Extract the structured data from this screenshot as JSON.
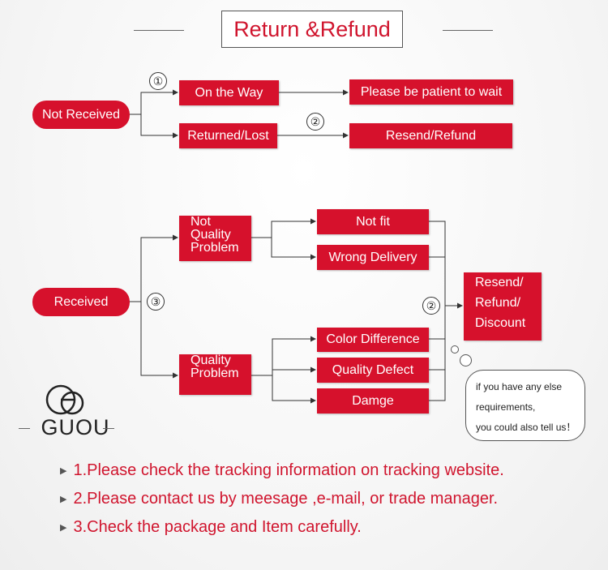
{
  "title": "Return &Refund",
  "not_received": {
    "label": "Not Received",
    "step1": "①",
    "step2": "②",
    "on_the_way": "On the Way",
    "please_wait": "Please be patient to wait",
    "returned_lost": "Returned/Lost",
    "resend_refund": "Resend/Refund"
  },
  "received": {
    "label": "Received",
    "step3": "③",
    "step2": "②",
    "not_quality": [
      "Not",
      "Quality",
      "Problem"
    ],
    "quality": [
      "Quality",
      "Problem"
    ],
    "not_fit": "Not fit",
    "wrong_delivery": "Wrong Delivery",
    "color_difference": "Color Difference",
    "quality_defect": "Quality Defect",
    "damge": "Damge",
    "outcome": [
      "Resend/",
      "Refund/",
      "Discount"
    ]
  },
  "bubble": [
    "if you have any else",
    "requirements,",
    "you could also tell us！"
  ],
  "logo": "GUOU",
  "notes": [
    "1.Please check the tracking information on tracking website.",
    "2.Please contact us by meesage ,e-mail, or trade manager.",
    "3.Check the package and Item carefully."
  ],
  "colors": {
    "accent": "#d6112c",
    "text_red": "#d0152e"
  }
}
